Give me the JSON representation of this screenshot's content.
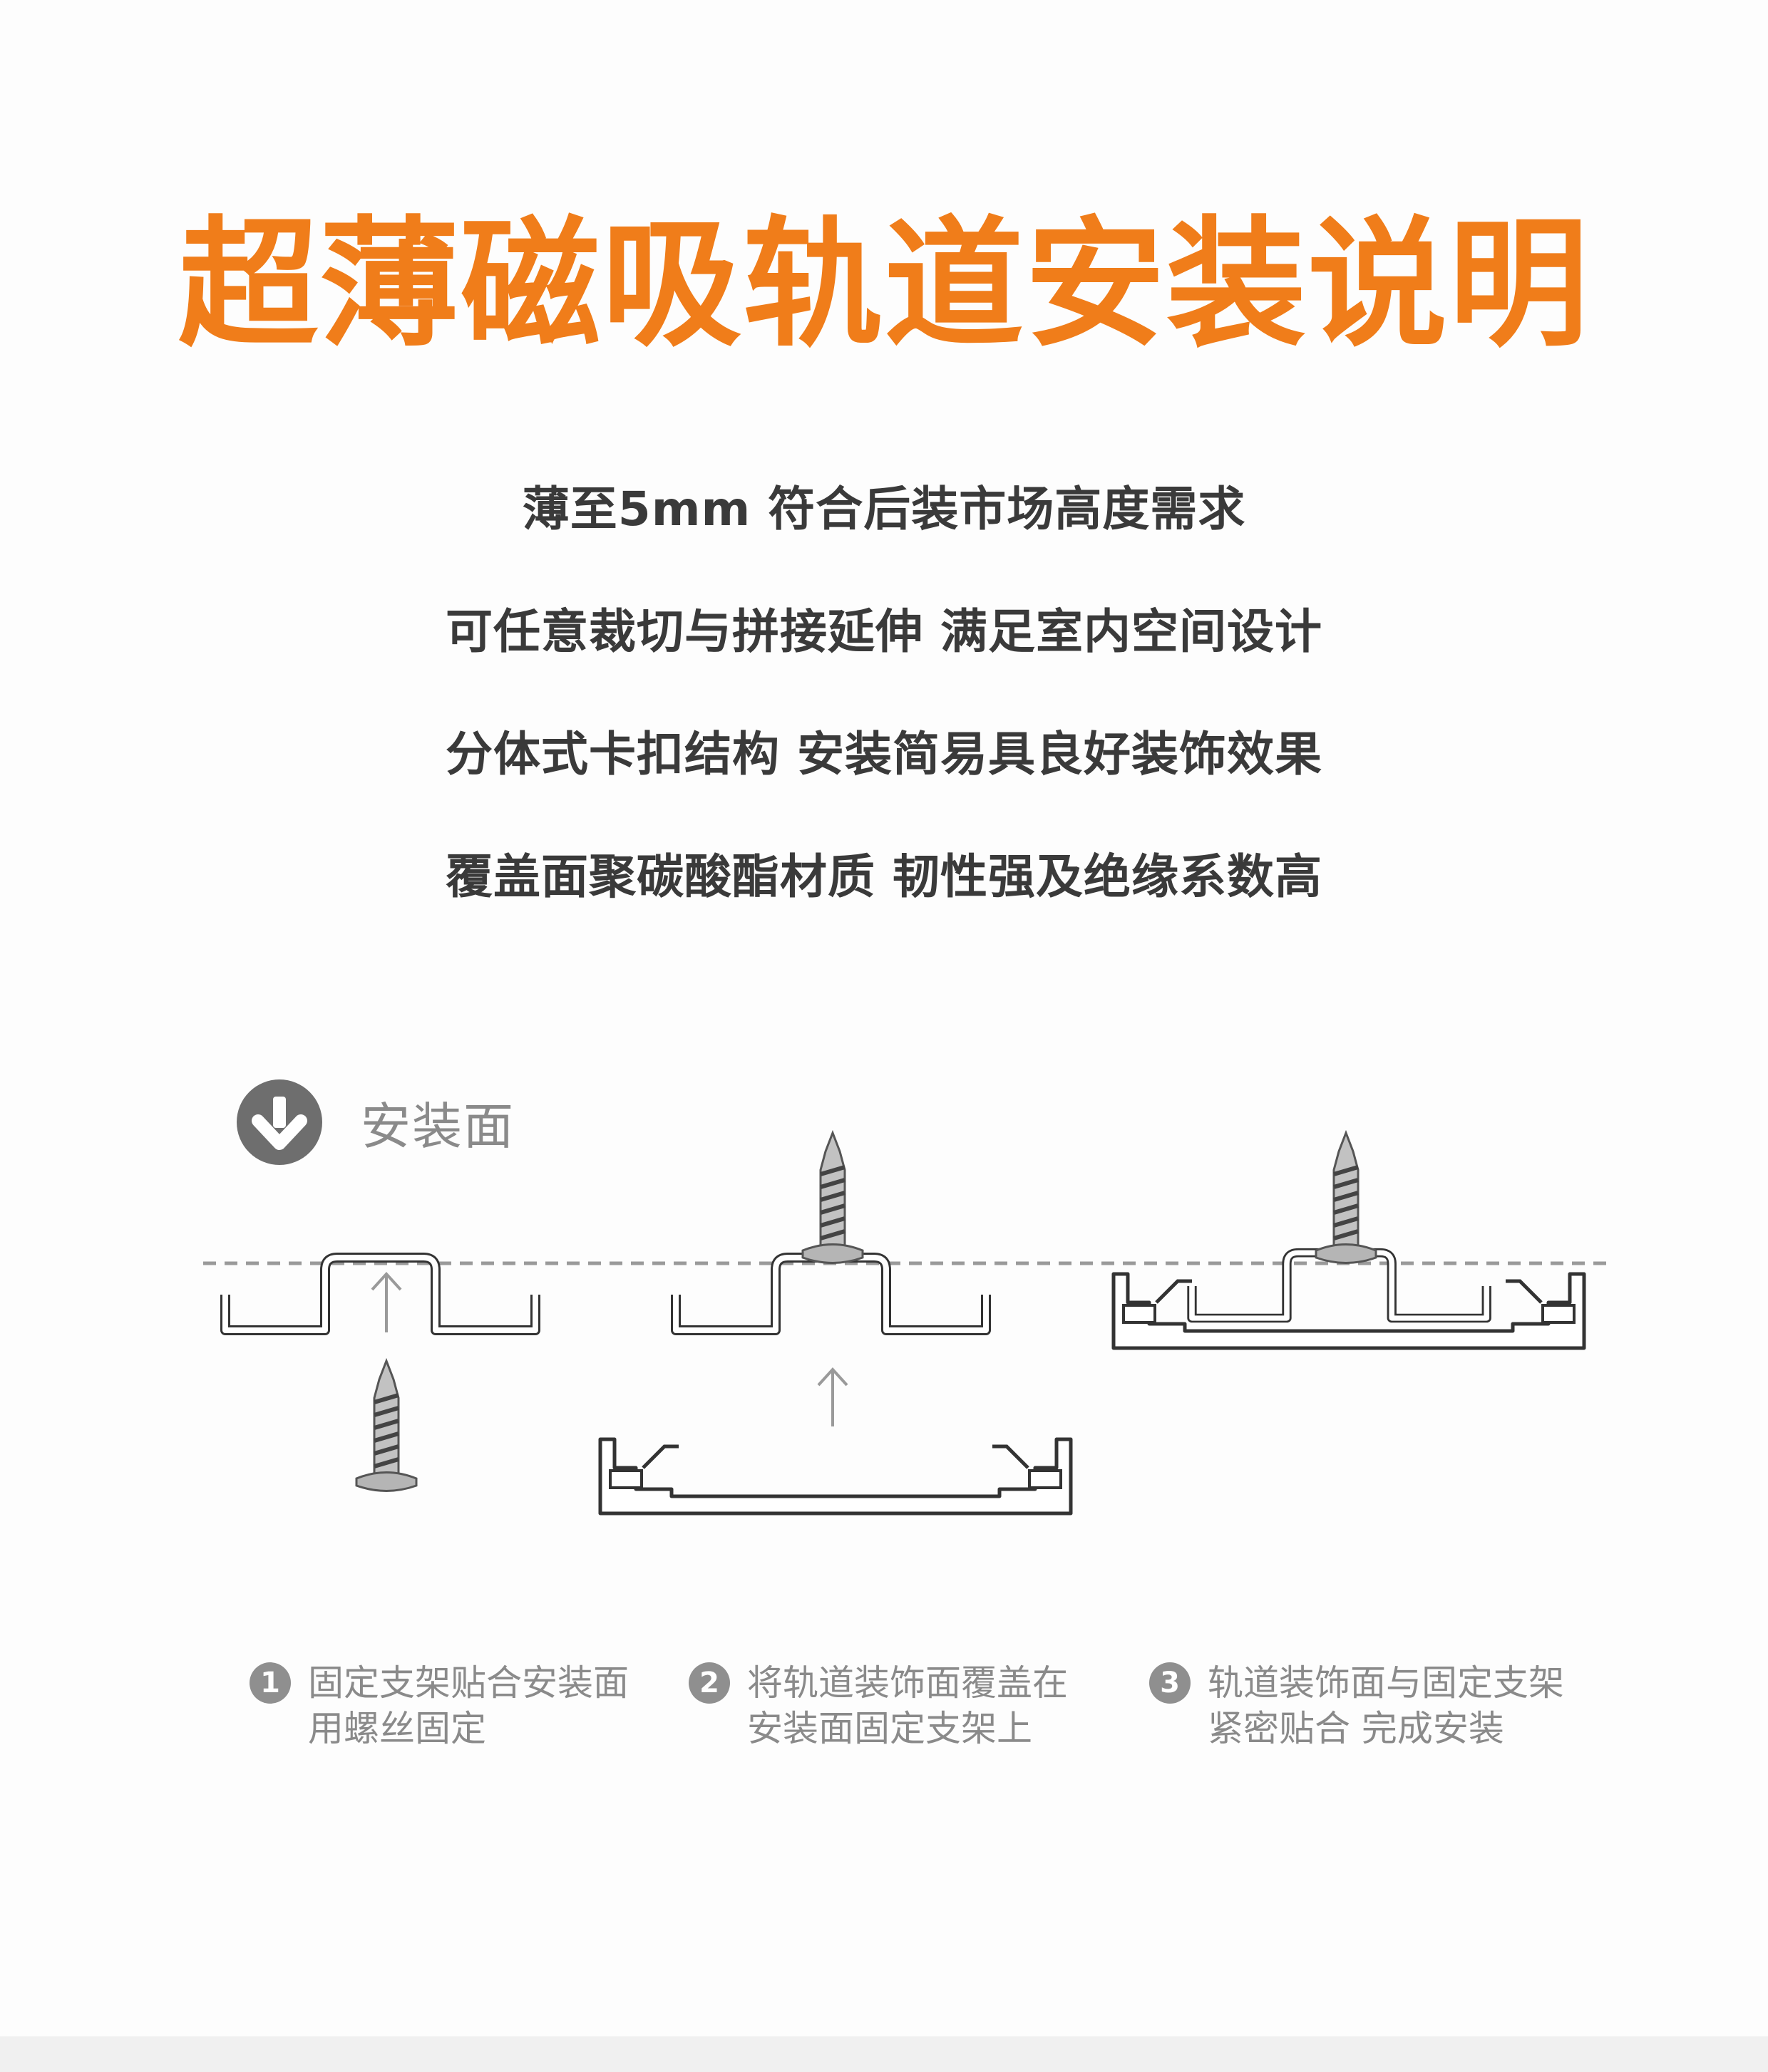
{
  "title": "超薄磁吸轨道安装说明",
  "features": [
    "薄至5mm 符合后装市场高度需求",
    "可任意裁切与拼接延伸 满足室内空间设计",
    "分体式卡扣结构 安装简易具良好装饰效果",
    "覆盖面聚碳酸酯材质 韧性强及绝缘系数高"
  ],
  "legend": {
    "icon": "down-arrow-circle-icon",
    "label": "安装面"
  },
  "steps": [
    {
      "num": "1",
      "line1": "固定支架贴合安装面",
      "line2": "用螺丝固定"
    },
    {
      "num": "2",
      "line1": "将轨道装饰面覆盖在",
      "line2": "安装面固定支架上"
    },
    {
      "num": "3",
      "line1": "轨道装饰面与固定支架",
      "line2": "紧密贴合 完成安装"
    }
  ],
  "colors": {
    "title": "#f07d1a",
    "text": "#3a3a3a",
    "muted": "#8a8a8a",
    "line": "#333333"
  }
}
